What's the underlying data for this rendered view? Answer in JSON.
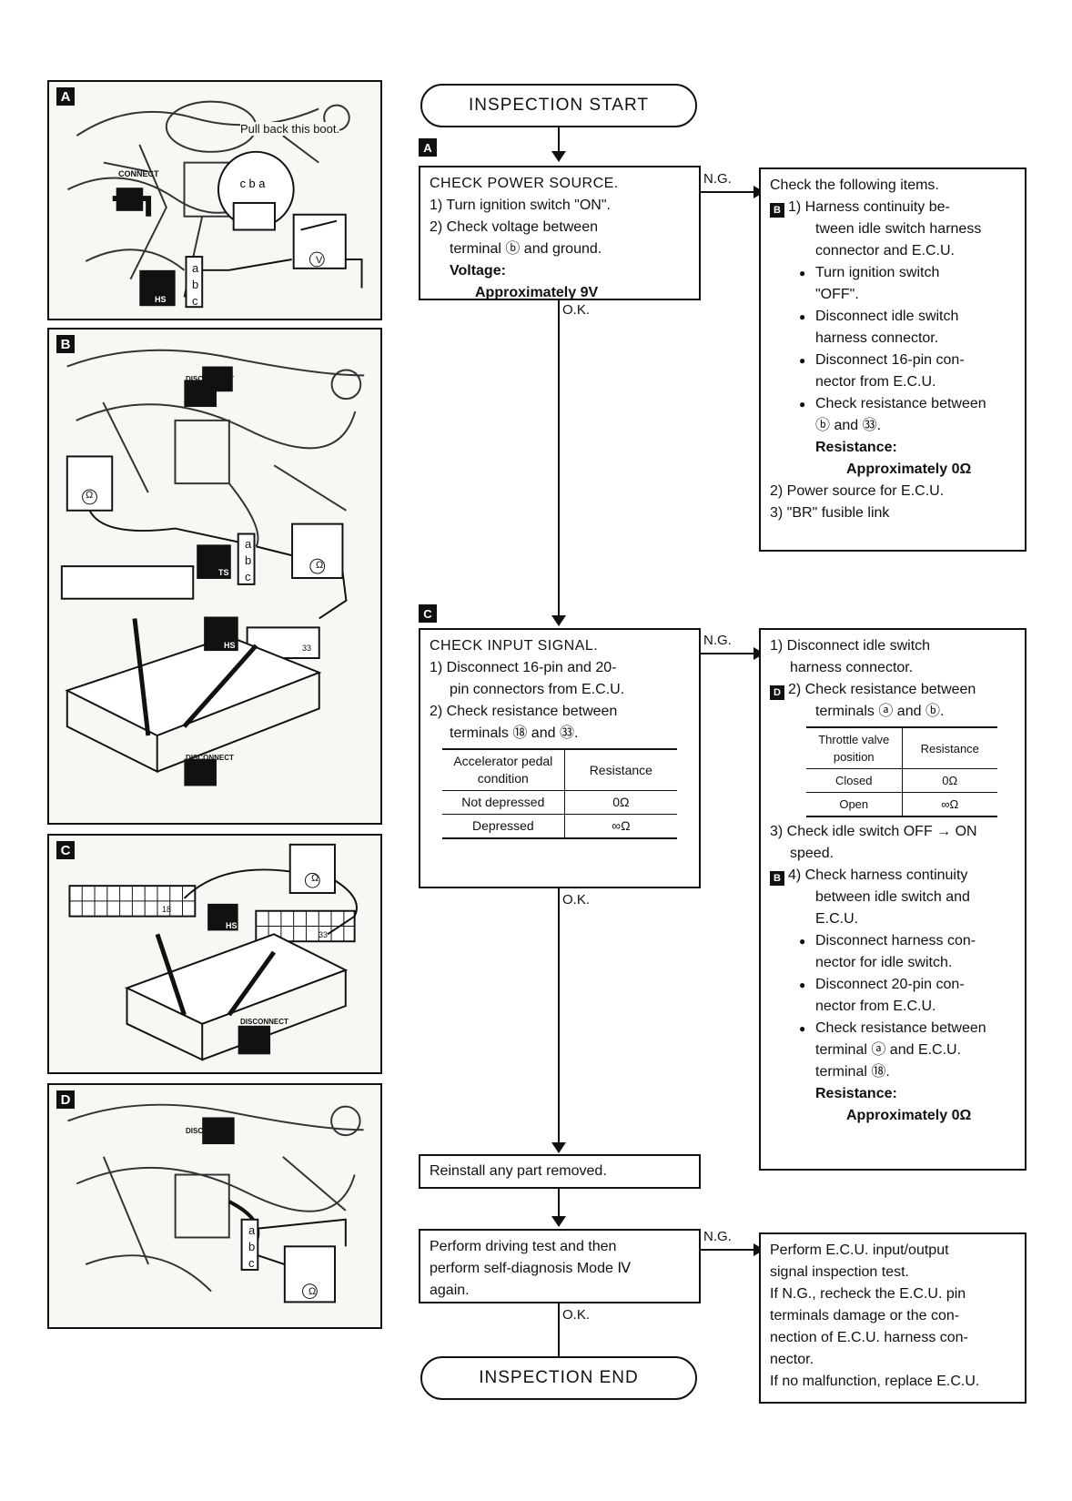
{
  "panels": {
    "a": {
      "tag": "A",
      "callout": "Pull back this boot.",
      "connect_label": "CONNECT",
      "terminals": [
        "a",
        "b",
        "c"
      ],
      "top_terminals": "c b a",
      "meter": "V",
      "hs_label": "HS"
    },
    "b": {
      "tag": "B",
      "disconnect_label": "DISCONNECT",
      "terminals": [
        "a",
        "b",
        "c"
      ],
      "ts_label": "TS",
      "hs_label": "HS",
      "pin_33": "33",
      "ohm": "Ω"
    },
    "c": {
      "tag": "C",
      "pin_18": "18",
      "pin_33": "33",
      "hs_label": "HS",
      "disconnect_label": "DISCONNECT",
      "ohm": "Ω"
    },
    "d": {
      "tag": "D",
      "disconnect_label": "DISCONNECT",
      "terminals": [
        "a",
        "b",
        "c"
      ],
      "ohm": "Ω"
    }
  },
  "flow": {
    "start": "INSPECTION START",
    "end": "INSPECTION END",
    "ng": "N.G.",
    "ok": "O.K.",
    "step_a": {
      "tag": "A",
      "title": "CHECK POWER SOURCE.",
      "l1": "1) Turn ignition switch \"ON\".",
      "l2": "2) Check voltage between",
      "l3": "terminal ⓑ and ground.",
      "l4": "Voltage:",
      "l5": "Approximately 9V"
    },
    "ng_a": {
      "title": "Check the following items.",
      "i1a": "1) Harness continuity be-",
      "i1b": "tween idle switch harness",
      "i1c": "connector and E.C.U.",
      "b1a": "Turn ignition switch",
      "b1b": "\"OFF\".",
      "b2a": "Disconnect idle switch",
      "b2b": "harness connector.",
      "b3a": "Disconnect 16-pin con-",
      "b3b": "nector from E.C.U.",
      "b4a": "Check resistance between",
      "b4b": "ⓑ and ㉝.",
      "res": "Resistance:",
      "res_val": "Approximately 0Ω",
      "i2": "2) Power source for E.C.U.",
      "i3": "3) \"BR\" fusible link",
      "tag": "B"
    },
    "step_c": {
      "tag": "C",
      "title": "CHECK INPUT SIGNAL.",
      "l1": "1) Disconnect 16-pin and 20-",
      "l2": "pin connectors from E.C.U.",
      "l3": "2) Check resistance between",
      "l4": "terminals ⑱ and ㉝.",
      "table": {
        "h1": "Accelerator pedal condition",
        "h2": "Resistance",
        "rows": [
          {
            "c1": "Not depressed",
            "c2": "0Ω"
          },
          {
            "c1": "Depressed",
            "c2": "∞Ω"
          }
        ]
      }
    },
    "ng_c": {
      "l1a": "1) Disconnect idle switch",
      "l1b": "harness connector.",
      "tag_d": "D",
      "l2a": "2) Check resistance between",
      "l2b": "terminals ⓐ and ⓑ.",
      "table": {
        "h1": "Throttle valve position",
        "h2": "Resistance",
        "rows": [
          {
            "c1": "Closed",
            "c2": "0Ω"
          },
          {
            "c1": "Open",
            "c2": "∞Ω"
          }
        ]
      },
      "l3a": "3) Check idle switch OFF → ON",
      "l3b": "speed.",
      "tag_b": "B",
      "l4a": "4) Check harness continuity",
      "l4b": "between idle switch and",
      "l4c": "E.C.U.",
      "b1a": "Disconnect harness con-",
      "b1b": "nector for idle switch.",
      "b2a": "Disconnect 20-pin con-",
      "b2b": "nector from E.C.U.",
      "b3a": "Check resistance between",
      "b3b": "terminal ⓐ and E.C.U.",
      "b3c": "terminal ⑱.",
      "res": "Resistance:",
      "res_val": "Approximately 0Ω"
    },
    "reinstall": "Reinstall any part removed.",
    "drive": {
      "l1": "Perform driving test and then",
      "l2": "perform self-diagnosis Mode Ⅳ",
      "l3": "again."
    },
    "ng_drive": {
      "l1": "Perform E.C.U. input/output",
      "l2": "signal inspection test.",
      "l3": "If N.G., recheck the E.C.U. pin",
      "l4": "terminals damage or the con-",
      "l5": "nection of E.C.U. harness con-",
      "l6": "nector.",
      "l7": "If no malfunction, replace E.C.U."
    }
  }
}
